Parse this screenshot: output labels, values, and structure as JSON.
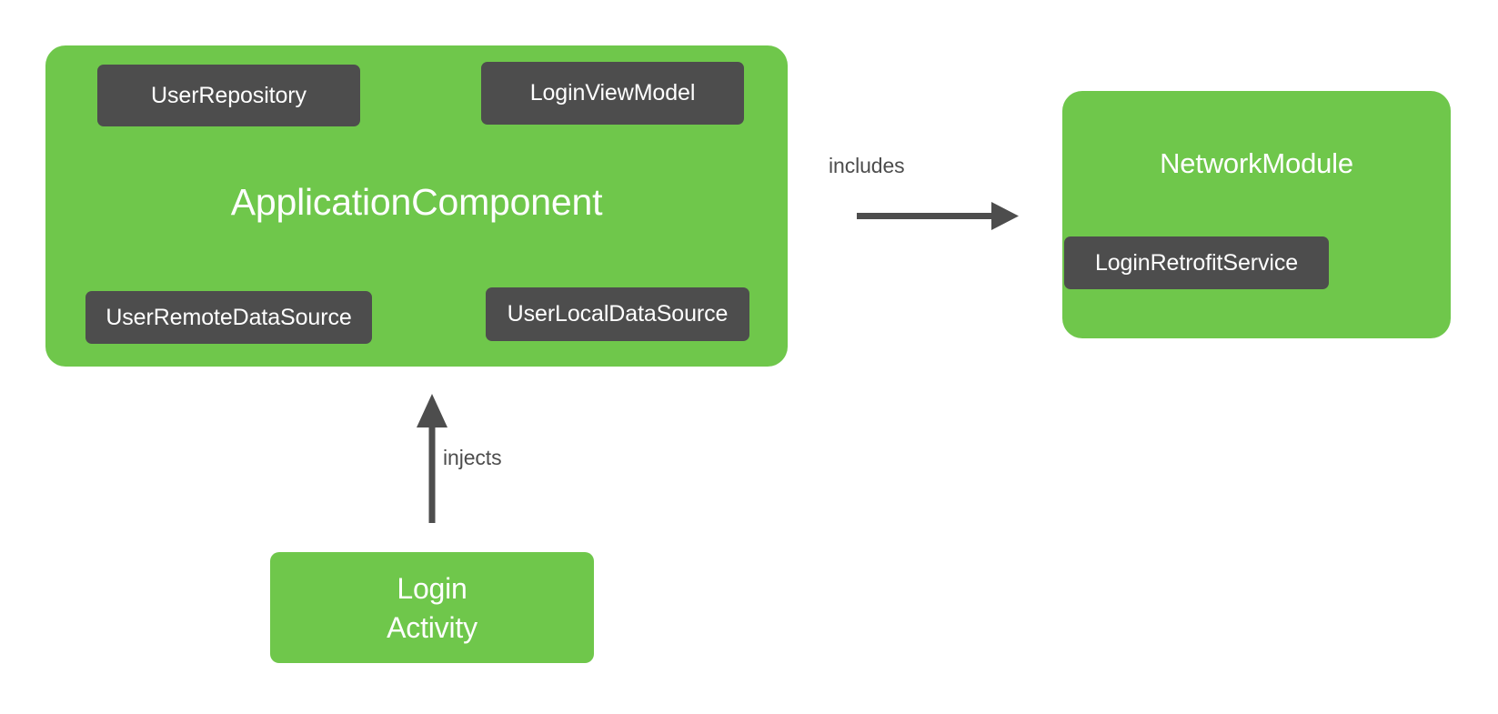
{
  "diagram": {
    "type": "dependency-graph",
    "background_color": "#ffffff",
    "colors": {
      "container": "#6fc74b",
      "chip": "#4d4d4d",
      "chip_text": "#ffffff",
      "container_text": "#ffffff",
      "edge": "#4d4d4d",
      "edge_label": "#4d4d4d"
    },
    "nodes": {
      "application_component": {
        "title": "ApplicationComponent",
        "kind": "component",
        "chips": [
          {
            "id": "user-repository",
            "label": "UserRepository"
          },
          {
            "id": "login-view-model",
            "label": "LoginViewModel"
          },
          {
            "id": "user-remote-data-source",
            "label": "UserRemoteDataSource"
          },
          {
            "id": "user-local-data-source",
            "label": "UserLocalDataSource"
          }
        ]
      },
      "network_module": {
        "title": "NetworkModule",
        "kind": "module",
        "chips": [
          {
            "id": "login-retrofit-service",
            "label": "LoginRetrofitService"
          }
        ]
      },
      "login_activity": {
        "title_line1": "Login",
        "title_line2": "Activity",
        "kind": "activity"
      }
    },
    "edges": [
      {
        "id": "includes",
        "label": "includes",
        "from": "application_component",
        "to": "network_module",
        "direction": "right"
      },
      {
        "id": "injects",
        "label": "injects",
        "from": "login_activity",
        "to": "application_component",
        "direction": "up"
      }
    ]
  }
}
